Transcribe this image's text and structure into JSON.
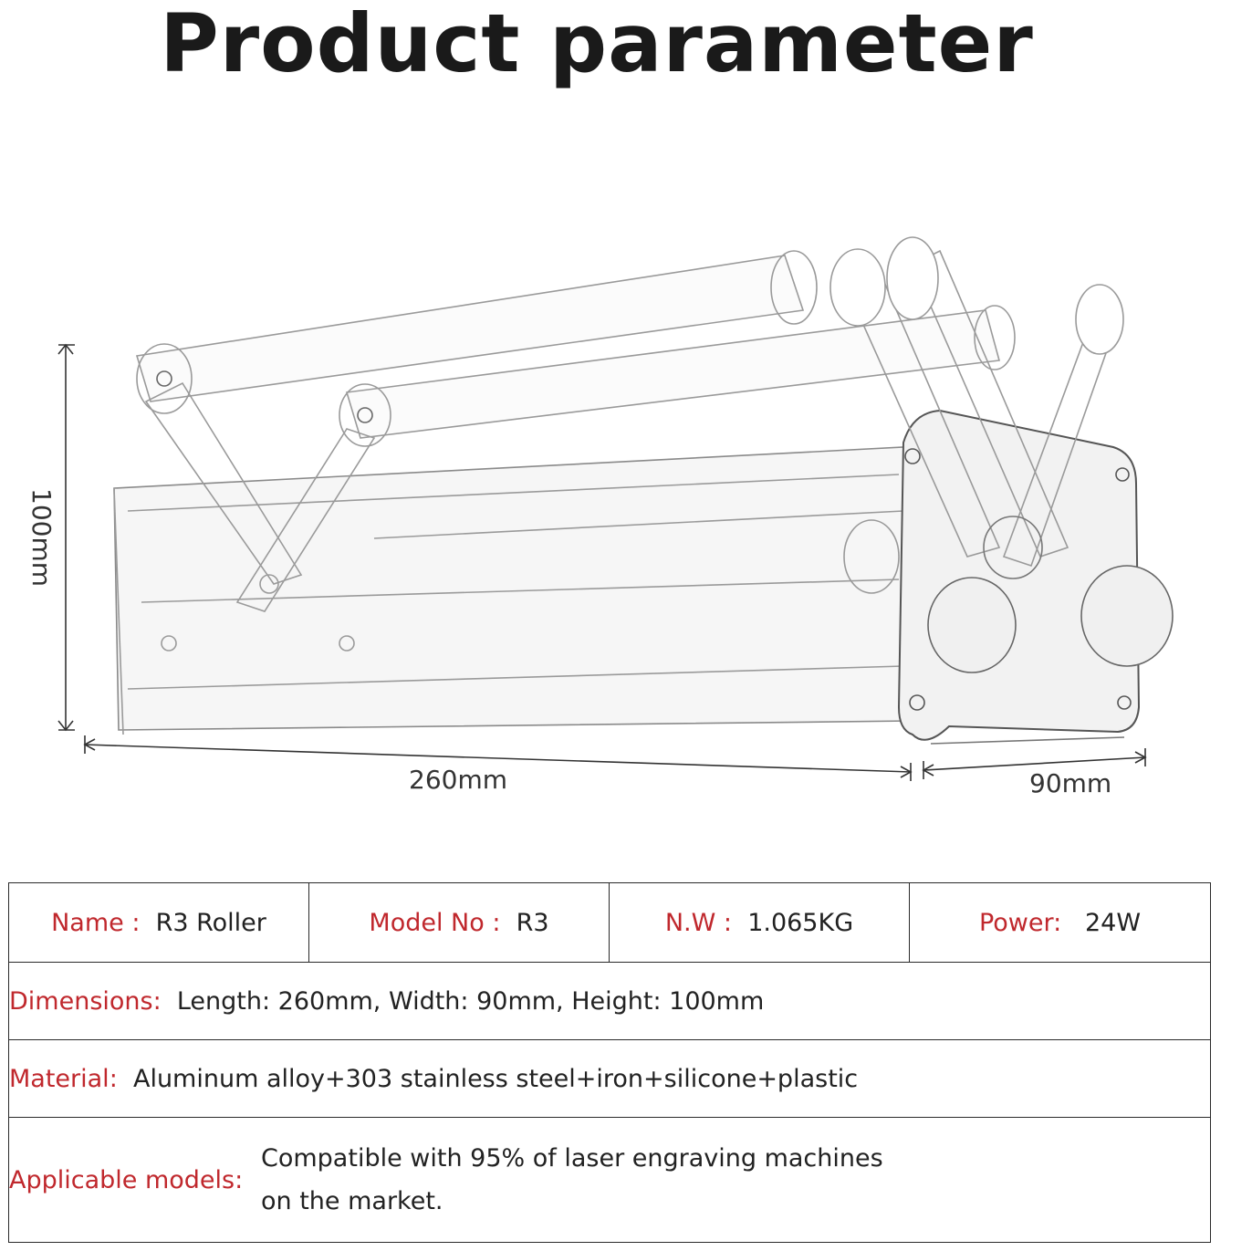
{
  "title": "Product parameter",
  "dimensions_labels": {
    "height": "100mm",
    "length": "260mm",
    "width": "90mm"
  },
  "specs": {
    "name_label": "Name :",
    "name_value": "R3 Roller",
    "model_label": "Model No :",
    "model_value": "R3",
    "nw_label": "N.W :",
    "nw_value": "1.065KG",
    "power_label": "Power:",
    "power_value": "24W",
    "dimensions_label": "Dimensions:",
    "dimensions_value": "Length: 260mm, Width: 90mm, Height: 100mm",
    "material_label": "Material:",
    "material_value": "Aluminum alloy+303 stainless steel+iron+silicone+plastic",
    "applicable_label": "Applicable models:",
    "applicable_value_line1": "Compatible with 95% of laser engraving machines",
    "applicable_value_line2": "on the market."
  },
  "colors": {
    "label": "#c0282d",
    "text": "#222222",
    "border": "#2a2a2a"
  }
}
